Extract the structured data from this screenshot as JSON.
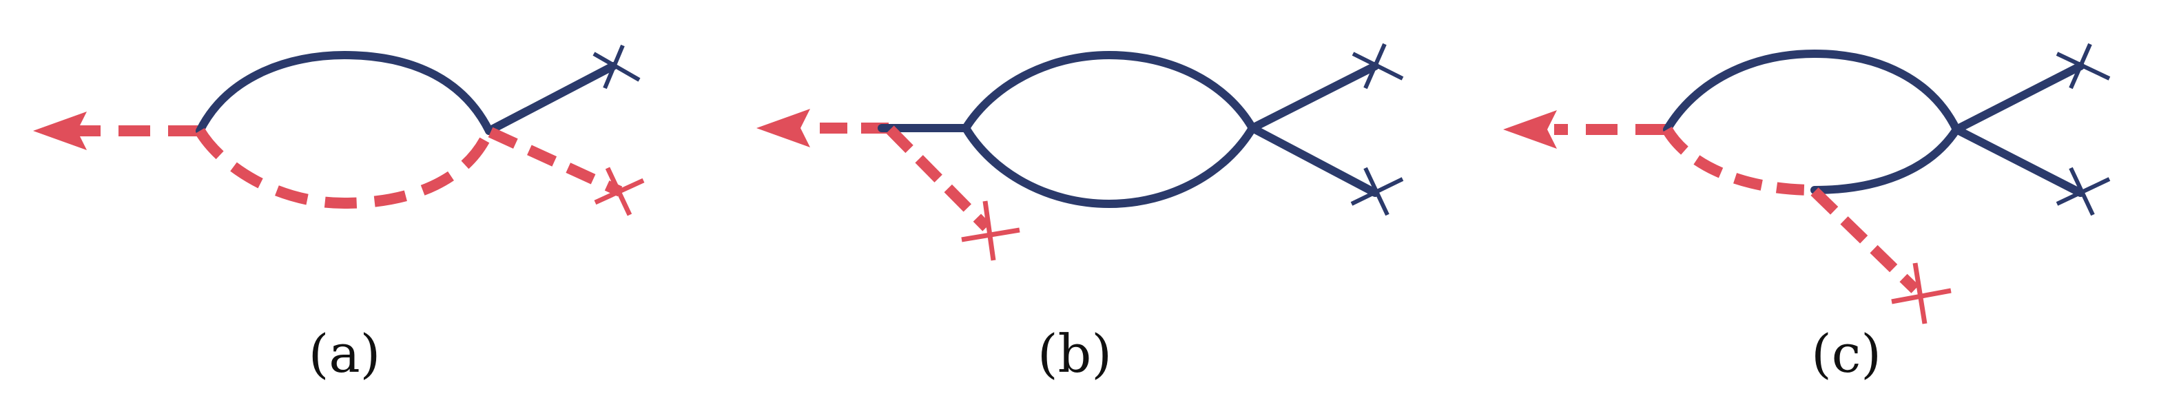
{
  "colors": {
    "solid_line": "#2b3a6b",
    "dashed_line": "#e04e5a",
    "background": "#ffffff"
  },
  "panels": [
    {
      "label": "(a)"
    },
    {
      "label": "(b)"
    },
    {
      "label": "(c)"
    }
  ]
}
